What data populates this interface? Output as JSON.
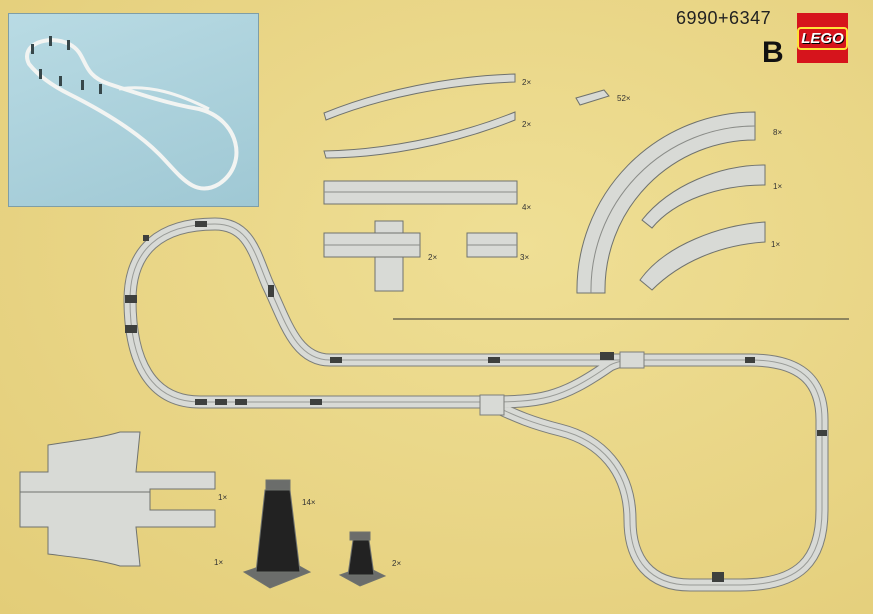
{
  "header": {
    "set_numbers": "6990+6347",
    "variant": "B",
    "logo_text": "LEGO"
  },
  "parts": [
    {
      "name": "flex-rail-curved-a",
      "qty": "2×"
    },
    {
      "name": "flex-rail-curved-b",
      "qty": "2×"
    },
    {
      "name": "straight-track",
      "qty": "4×"
    },
    {
      "name": "cross-track",
      "qty": "2×"
    },
    {
      "name": "short-track",
      "qty": "3×"
    },
    {
      "name": "plate-1x4",
      "qty": "52×"
    },
    {
      "name": "large-curve",
      "qty": "8×"
    },
    {
      "name": "curve-right",
      "qty": "1×"
    },
    {
      "name": "curve-left",
      "qty": "1×"
    },
    {
      "name": "switch-left",
      "qty": "1×"
    },
    {
      "name": "switch-right",
      "qty": "1×"
    },
    {
      "name": "tall-pillar",
      "qty": "14×"
    },
    {
      "name": "short-pillar",
      "qty": "2×"
    }
  ],
  "colors": {
    "page": "#ebd98a",
    "track": "#d8dad6",
    "logo": "#d6141c",
    "photo": "#a9cfd9"
  }
}
